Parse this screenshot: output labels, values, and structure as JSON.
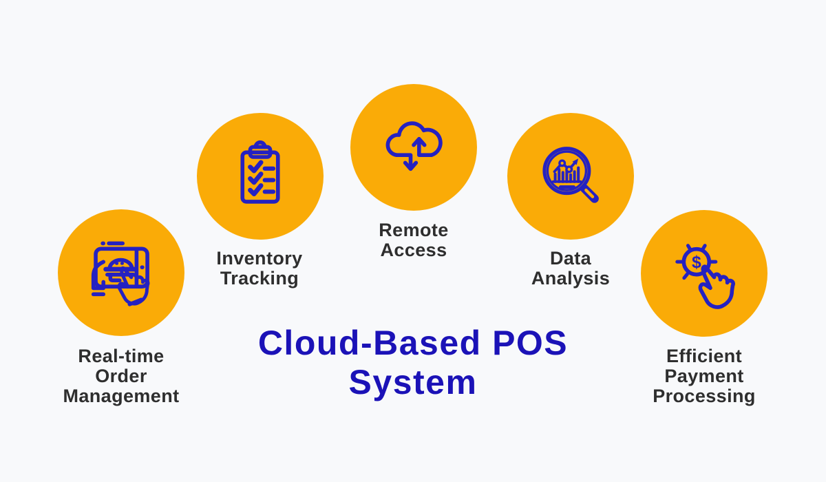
{
  "title": {
    "text": "Cloud-Based POS\nSystem"
  },
  "features": [
    {
      "id": "order-management",
      "label": "Real-time\nOrder\nManagement",
      "icon": "tablet-order-icon"
    },
    {
      "id": "inventory-tracking",
      "label": "Inventory\nTracking",
      "icon": "clipboard-checklist-icon"
    },
    {
      "id": "remote-access",
      "label": "Remote\nAccess",
      "icon": "cloud-sync-arrows-icon"
    },
    {
      "id": "data-analysis",
      "label": "Data\nAnalysis",
      "icon": "magnifier-chart-icon"
    },
    {
      "id": "payment-processing",
      "label": "Efficient\nPayment\nProcessing",
      "icon": "coin-click-icon"
    }
  ],
  "colors": {
    "background": "#F8F9FB",
    "circle": "#FAAB07",
    "icon_stroke": "#2521C1",
    "title": "#1B12B7",
    "label": "#2E2E2E"
  },
  "coin_symbol": "$"
}
